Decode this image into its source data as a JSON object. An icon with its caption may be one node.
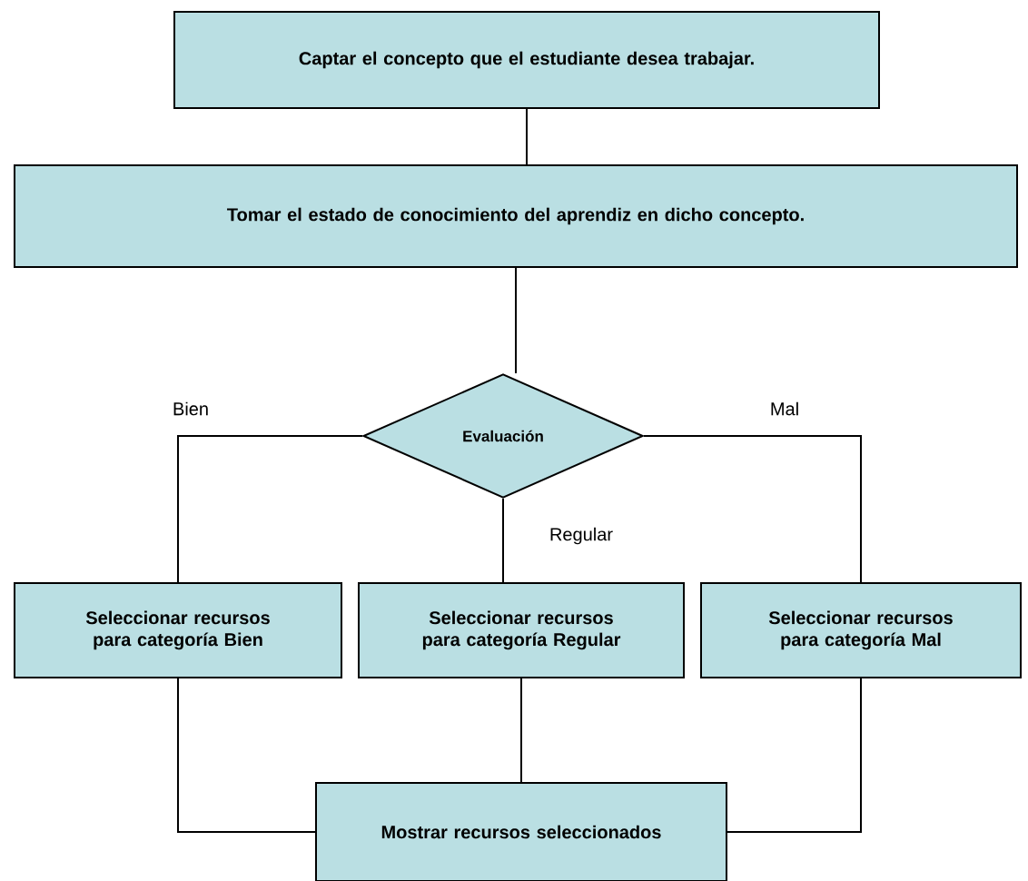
{
  "diagram": {
    "nodes": [
      {
        "text": [
          "Captar el concepto que el estudiante desea trabajar."
        ]
      },
      {
        "text": [
          "Tomar el estado de conocimiento del aprendiz en dicho concepto."
        ]
      },
      {
        "text": [
          "Evaluación"
        ]
      },
      {
        "text": [
          "Seleccionar recursos para categoría Bien"
        ]
      },
      {
        "text": [
          "Seleccionar recursos para categoría Regular"
        ]
      },
      {
        "text": [
          "Seleccionar recursos para categoría Mal"
        ]
      },
      {
        "text": [
          "Mostrar recursos seleccionados"
        ]
      }
    ],
    "edges": [
      {
        "from": 0,
        "to": 1,
        "arrow": "none"
      },
      {
        "from": 1,
        "to": 2,
        "arrow": "none"
      },
      {
        "from": 2,
        "to": 3,
        "arrow": "none",
        "label": "Bien"
      },
      {
        "from": 2,
        "to": 4,
        "arrow": "none",
        "label": "Regular"
      },
      {
        "from": 2,
        "to": 5,
        "arrow": "none",
        "label": "Mal"
      },
      {
        "from": 3,
        "to": 6,
        "arrow": "none"
      },
      {
        "from": 4,
        "to": 6,
        "arrow": "none"
      },
      {
        "from": 5,
        "to": 6,
        "arrow": "none"
      }
    ]
  }
}
